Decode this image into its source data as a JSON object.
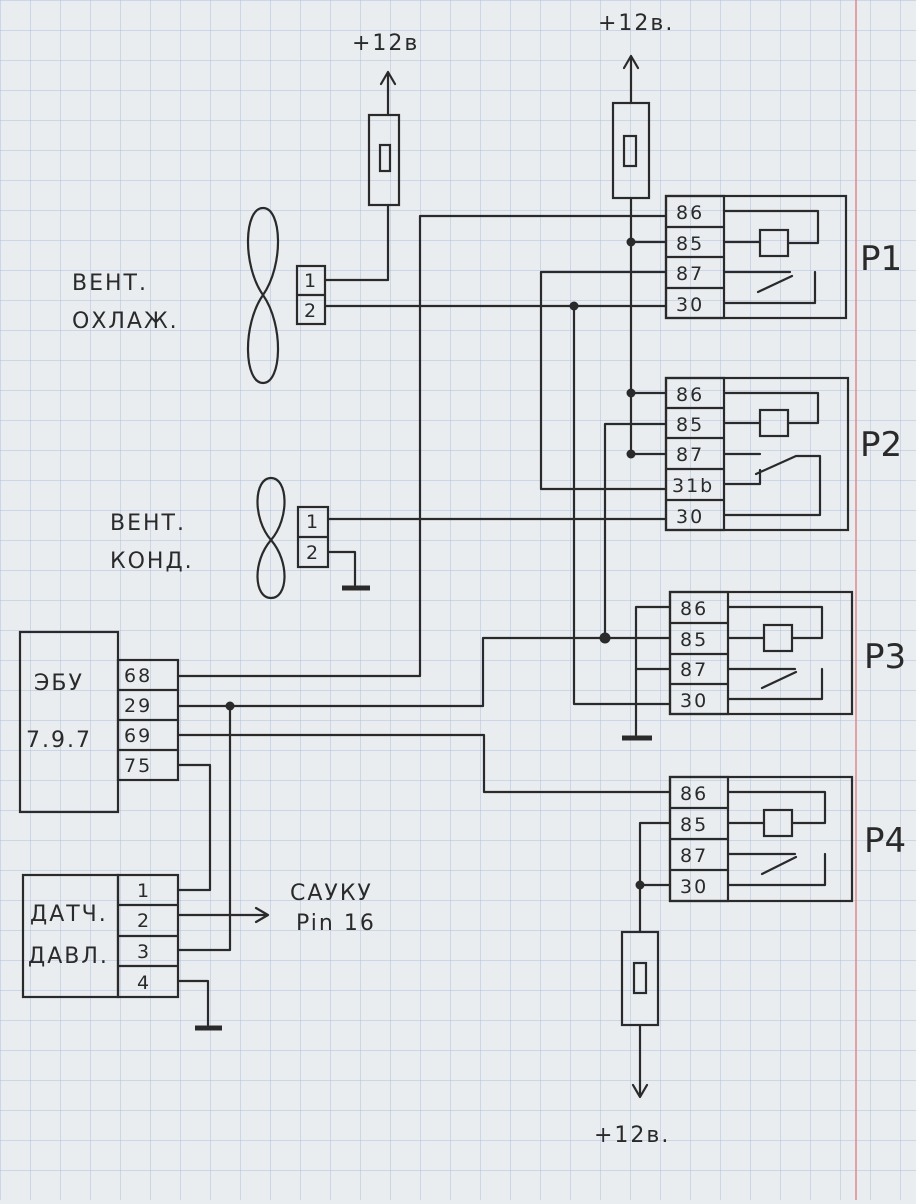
{
  "colors": {
    "paper": "#e9edf0",
    "grid": "#aebfdc",
    "ink": "#2a2a2a",
    "margin_line": "#e08a8a"
  },
  "supply": {
    "top_left": "+12в",
    "top_right": "+12в.",
    "bottom": "+12в."
  },
  "fan_cooling": {
    "label_1": "ВЕНТ.",
    "label_2": "ОХЛАЖ.",
    "pins": [
      "1",
      "2"
    ]
  },
  "fan_ac": {
    "label_1": "ВЕНТ.",
    "label_2": "КОНД.",
    "pins": [
      "1",
      "2"
    ]
  },
  "ecu": {
    "label_1": "ЭБУ",
    "label_2": "7.9.7",
    "pins": [
      "68",
      "29",
      "69",
      "75"
    ]
  },
  "sensor": {
    "label_1": "ДАТЧ.",
    "label_2": "ДАВЛ.",
    "pins": [
      "1",
      "2",
      "3",
      "4"
    ]
  },
  "sauku": {
    "line_1": "САУКУ",
    "line_2": "Pin 16"
  },
  "relays": [
    {
      "name": "P1",
      "pins": [
        "86",
        "85",
        "87",
        "30"
      ]
    },
    {
      "name": "P2",
      "pins": [
        "86",
        "85",
        "87",
        "31b",
        "30"
      ]
    },
    {
      "name": "P3",
      "pins": [
        "86",
        "85",
        "87",
        "30"
      ]
    },
    {
      "name": "P4",
      "pins": [
        "86",
        "85",
        "87",
        "30"
      ]
    }
  ]
}
